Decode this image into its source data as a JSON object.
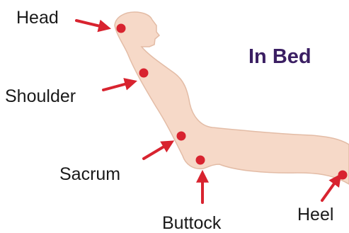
{
  "title": "In Bed",
  "labels": {
    "head": "Head",
    "shoulder": "Shoulder",
    "sacrum": "Sacrum",
    "buttock": "Buttock",
    "heel": "Heel"
  },
  "colors": {
    "title": "#3b1f63",
    "body_fill": "#f6d9c8",
    "body_outline": "#e3bca6",
    "marker": "#d8232f",
    "arrow": "#d8232f"
  }
}
